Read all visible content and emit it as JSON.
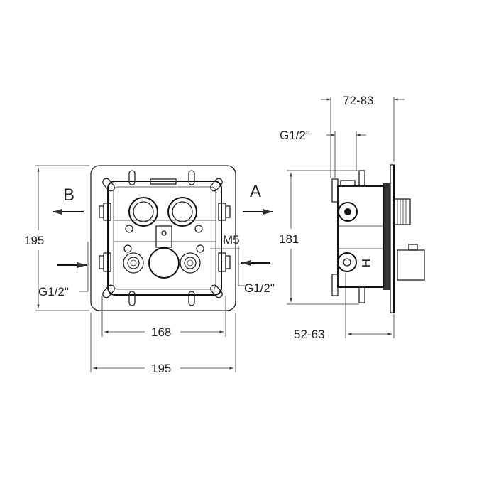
{
  "front_view": {
    "outlet_b_label": "B",
    "outlet_a_label": "A",
    "height_dim": "195",
    "width_inner_dim": "168",
    "width_outer_dim": "195",
    "inlet_left_label": "G1/2\"",
    "inlet_right_label": "G1/2\"",
    "screw_label": "M5"
  },
  "side_view": {
    "depth_top_dim": "72-83",
    "thread_label": "G1/2\"",
    "height_dim": "181",
    "depth_bottom_dim": "52-63",
    "port_marker": "H"
  }
}
